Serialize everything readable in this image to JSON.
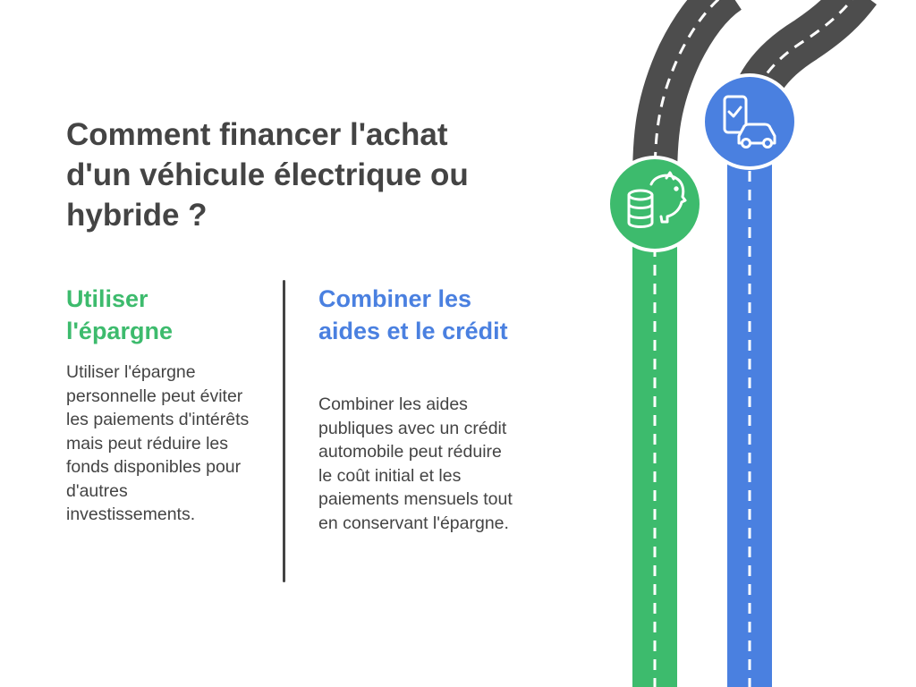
{
  "title": "Comment financer l'achat d'un véhicule électrique ou hybride ?",
  "options": [
    {
      "heading": "Utiliser l'épargne",
      "body": "Utiliser l'épargne personnelle peut éviter les paiements d'intérêts mais peut réduire les fonds disponibles pour d'autres investissements.",
      "color": "#3dbb6d",
      "icon": "piggy-bank-coins-icon"
    },
    {
      "heading": "Combiner les aides et le crédit",
      "body": "Combiner les aides publiques avec un crédit automobile peut réduire le coût initial et les paiements mensuels tout en conservant l'épargne.",
      "color": "#4a80e0",
      "icon": "phone-car-icon"
    }
  ],
  "colors": {
    "text": "#444444",
    "road": "#4d4d4d",
    "green": "#3dbb6d",
    "blue": "#4a80e0"
  }
}
